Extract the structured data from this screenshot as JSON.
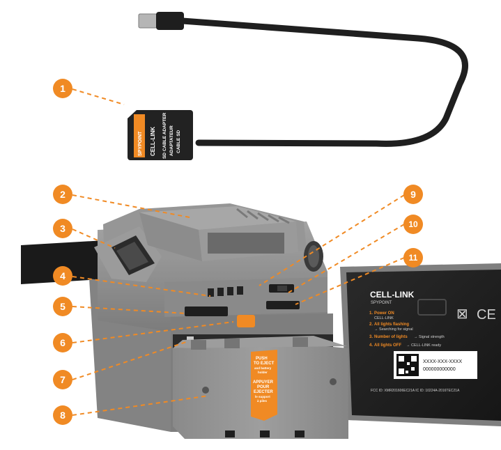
{
  "callouts": [
    {
      "number": "1",
      "part": "sd-card-adapter"
    },
    {
      "number": "2",
      "part": "top-cover"
    },
    {
      "number": "3",
      "part": "strap-mount"
    },
    {
      "number": "4",
      "part": "status-lights"
    },
    {
      "number": "5",
      "part": "sd-card-slot"
    },
    {
      "number": "6",
      "part": "battery-eject-button"
    },
    {
      "number": "7",
      "part": "battery-contacts"
    },
    {
      "number": "8",
      "part": "battery-tray"
    },
    {
      "number": "9",
      "part": "power-switch"
    },
    {
      "number": "10",
      "part": "switch-slot"
    },
    {
      "number": "11",
      "part": "sim-card-slot"
    }
  ],
  "sd_adapter": {
    "brand": "SPYPOINT",
    "product": "CELL-LINK",
    "text_en": "SD CABLE ADAPTER",
    "text_fr1": "ADAPTATEUR",
    "text_fr2": "CABLE SD"
  },
  "battery_label": {
    "en1": "PUSH",
    "en2": "TO EJECT",
    "en3": "and battery",
    "en4": "holder",
    "fr1": "APPUYER",
    "fr2": "POUR",
    "fr3": "EJECTER",
    "fr4": "le support",
    "fr5": "à piles"
  },
  "door": {
    "title": "CELL-LINK",
    "subtitle": "SPYPOINT",
    "steps": [
      {
        "num": "1.",
        "head": "Power ON",
        "body": "CELL-LINK"
      },
      {
        "num": "2.",
        "head": "All lights flashing",
        "body": "→ Searching for signal"
      },
      {
        "num": "3.",
        "head": "Number of lights",
        "body": "→ Signal strength"
      },
      {
        "num": "4.",
        "head": "All lights OFF",
        "body": "→ CELL-LINK ready"
      }
    ],
    "id_line1": "XXXX-XXX-XXXX",
    "id_line2": "000000000000",
    "fcc": "FCC ID: XMR201606EC21A   IC ID: 10224A-2016TEC21A",
    "ce_mark": "CE"
  },
  "colors": {
    "accent": "#f08a24",
    "plastic": "#8f8f8f",
    "plastic_dark": "#6d6d6d",
    "black": "#1c1c1c"
  }
}
